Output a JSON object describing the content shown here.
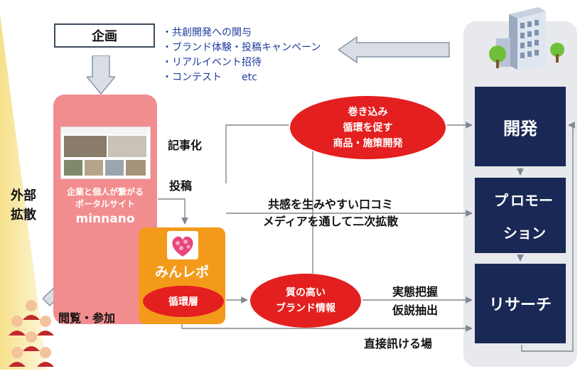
{
  "plan": {
    "title": "企画",
    "bullets": [
      "・共創開発への関与",
      "・ブランド体験・投稿キャンペーン",
      "・リアルイベント招待",
      "・コンテスト　　etc"
    ]
  },
  "left": {
    "expansion": [
      "外部",
      "拡散"
    ],
    "browse_label": "閲覧・参加"
  },
  "portal": {
    "text_lines": [
      "企業と個人が繋がる",
      "ポータルサイト"
    ],
    "name": "minnano"
  },
  "minrepo": {
    "title": "みんレポ",
    "layer": "循環層"
  },
  "flow_labels": {
    "article": "記事化",
    "post": "投稿",
    "direct": "直接訊ける場"
  },
  "center_text": [
    "共感を生みやすい口コミ",
    "メディアを通して二次拡散"
  ],
  "ellipses": {
    "involve": [
      "巻き込み",
      "循環を促す",
      "商品・施策開発"
    ],
    "quality": [
      "質の高い",
      "ブランド情報"
    ]
  },
  "research_notes": [
    "実態把握",
    "仮説抽出"
  ],
  "company": {
    "develop": "開発",
    "promotion": [
      "プ",
      "ロモー",
      "ション"
    ],
    "research": "リサーチ"
  },
  "colors": {
    "navy": "#1a2855",
    "red": "#e41f1f",
    "pink": "#f28d8f",
    "orange": "#f39a1b",
    "bullet_blue": "#1c3b9e"
  }
}
